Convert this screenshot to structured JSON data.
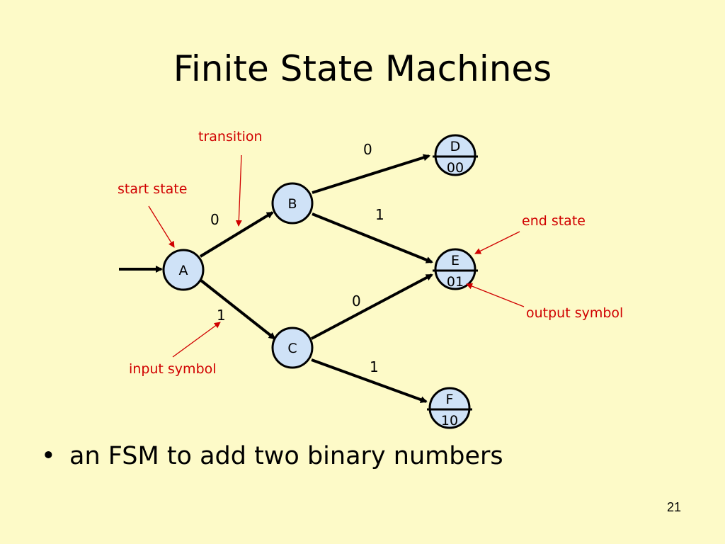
{
  "slide": {
    "title": "Finite State Machines",
    "bullet_marker": "•",
    "bullet_text": "an FSM to add two binary numbers",
    "page_number": "21"
  },
  "diagram": {
    "nodes": {
      "a": {
        "label": "A"
      },
      "b": {
        "label": "B"
      },
      "c": {
        "label": "C"
      },
      "d": {
        "label": "D",
        "output": "00"
      },
      "e": {
        "label": "E",
        "output": "01"
      },
      "f": {
        "label": "F",
        "output": "10"
      }
    },
    "edges": {
      "a_b": "0",
      "a_c": "1",
      "b_d": "0",
      "b_e": "1",
      "c_e": "0",
      "c_f": "1"
    },
    "annotations": {
      "transition": "transition",
      "start_state": "start state",
      "end_state": "end state",
      "output_symbol": "output symbol",
      "input_symbol": "input symbol"
    },
    "colors": {
      "node_fill": "#cfe2f7",
      "annotation": "#d00000",
      "background": "#fdfac8"
    }
  }
}
